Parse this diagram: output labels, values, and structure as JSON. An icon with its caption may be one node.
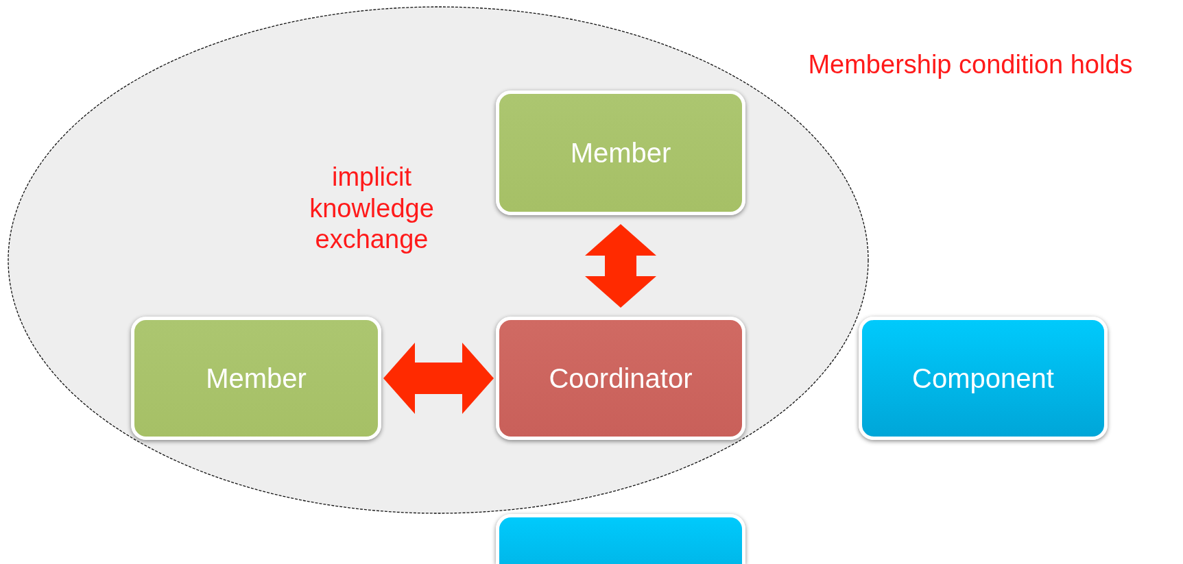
{
  "diagram": {
    "nodes": [
      {
        "text": [],
        "shape": "ellipse"
      },
      {
        "text": [
          "Member"
        ],
        "in": 0
      },
      {
        "text": [
          "Member"
        ],
        "in": 0
      },
      {
        "text": [
          "Coordinator"
        ],
        "in": 0
      },
      {
        "text": [
          "Component"
        ]
      },
      {
        "text": [],
        "shape": "box"
      }
    ],
    "edges": [
      {
        "from": 3,
        "to": 1,
        "arrow": "both"
      },
      {
        "from": 2,
        "to": 3,
        "arrow": "both"
      }
    ],
    "labels": [
      "Membership condition holds",
      "implicit knowledge exchange"
    ]
  }
}
